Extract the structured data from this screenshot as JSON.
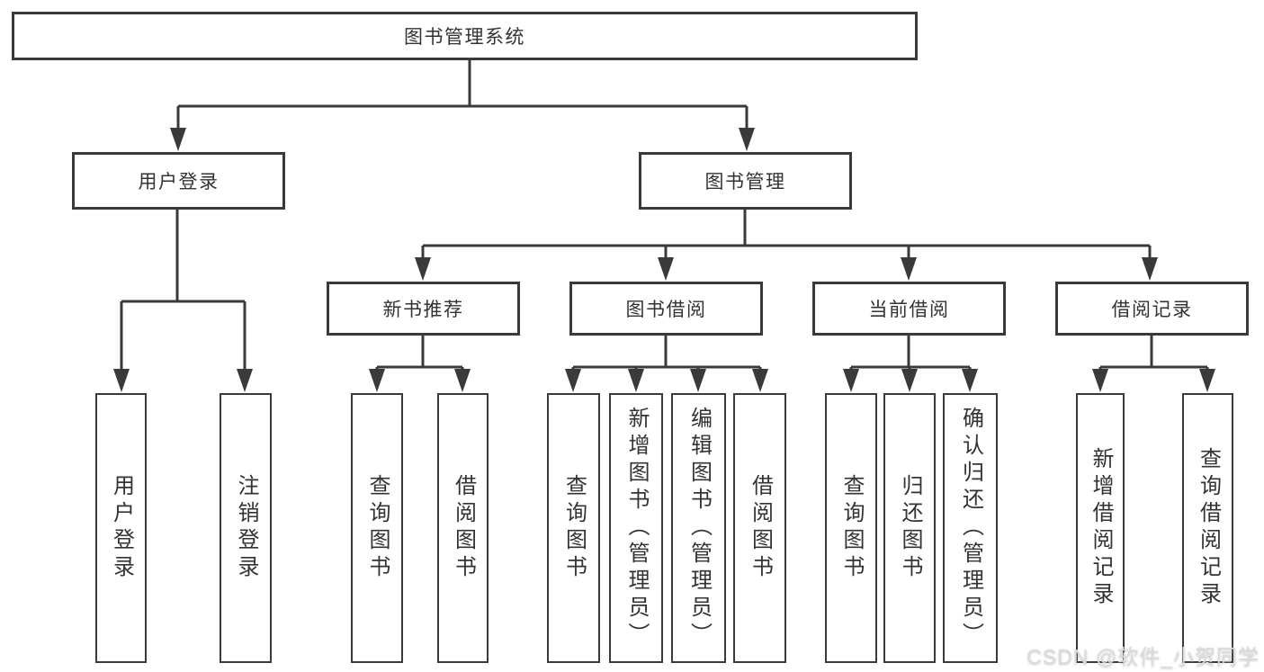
{
  "diagram": {
    "line_color": "#3a3a3a",
    "background_color": "#ffffff",
    "root": {
      "label": "图书管理系统",
      "children": [
        {
          "label": "用户登录",
          "children": [
            {
              "label": "用户登录"
            },
            {
              "label": "注销登录"
            }
          ]
        },
        {
          "label": "图书管理",
          "children": [
            {
              "label": "新书推荐",
              "children": [
                {
                  "label": "查询图书"
                },
                {
                  "label": "借阅图书"
                }
              ]
            },
            {
              "label": "图书借阅",
              "children": [
                {
                  "label": "查询图书"
                },
                {
                  "label": "新增图书（管理员）"
                },
                {
                  "label": "编辑图书（管理员）"
                },
                {
                  "label": "借阅图书"
                }
              ]
            },
            {
              "label": "当前借阅",
              "children": [
                {
                  "label": "查询图书"
                },
                {
                  "label": "归还图书"
                },
                {
                  "label": "确认归还（管理员）"
                }
              ]
            },
            {
              "label": "借阅记录",
              "children": [
                {
                  "label": "新增借阅记录"
                },
                {
                  "label": "查询借阅记录"
                }
              ]
            }
          ]
        }
      ]
    }
  },
  "watermark": "CSDN @软件_小贺同学"
}
